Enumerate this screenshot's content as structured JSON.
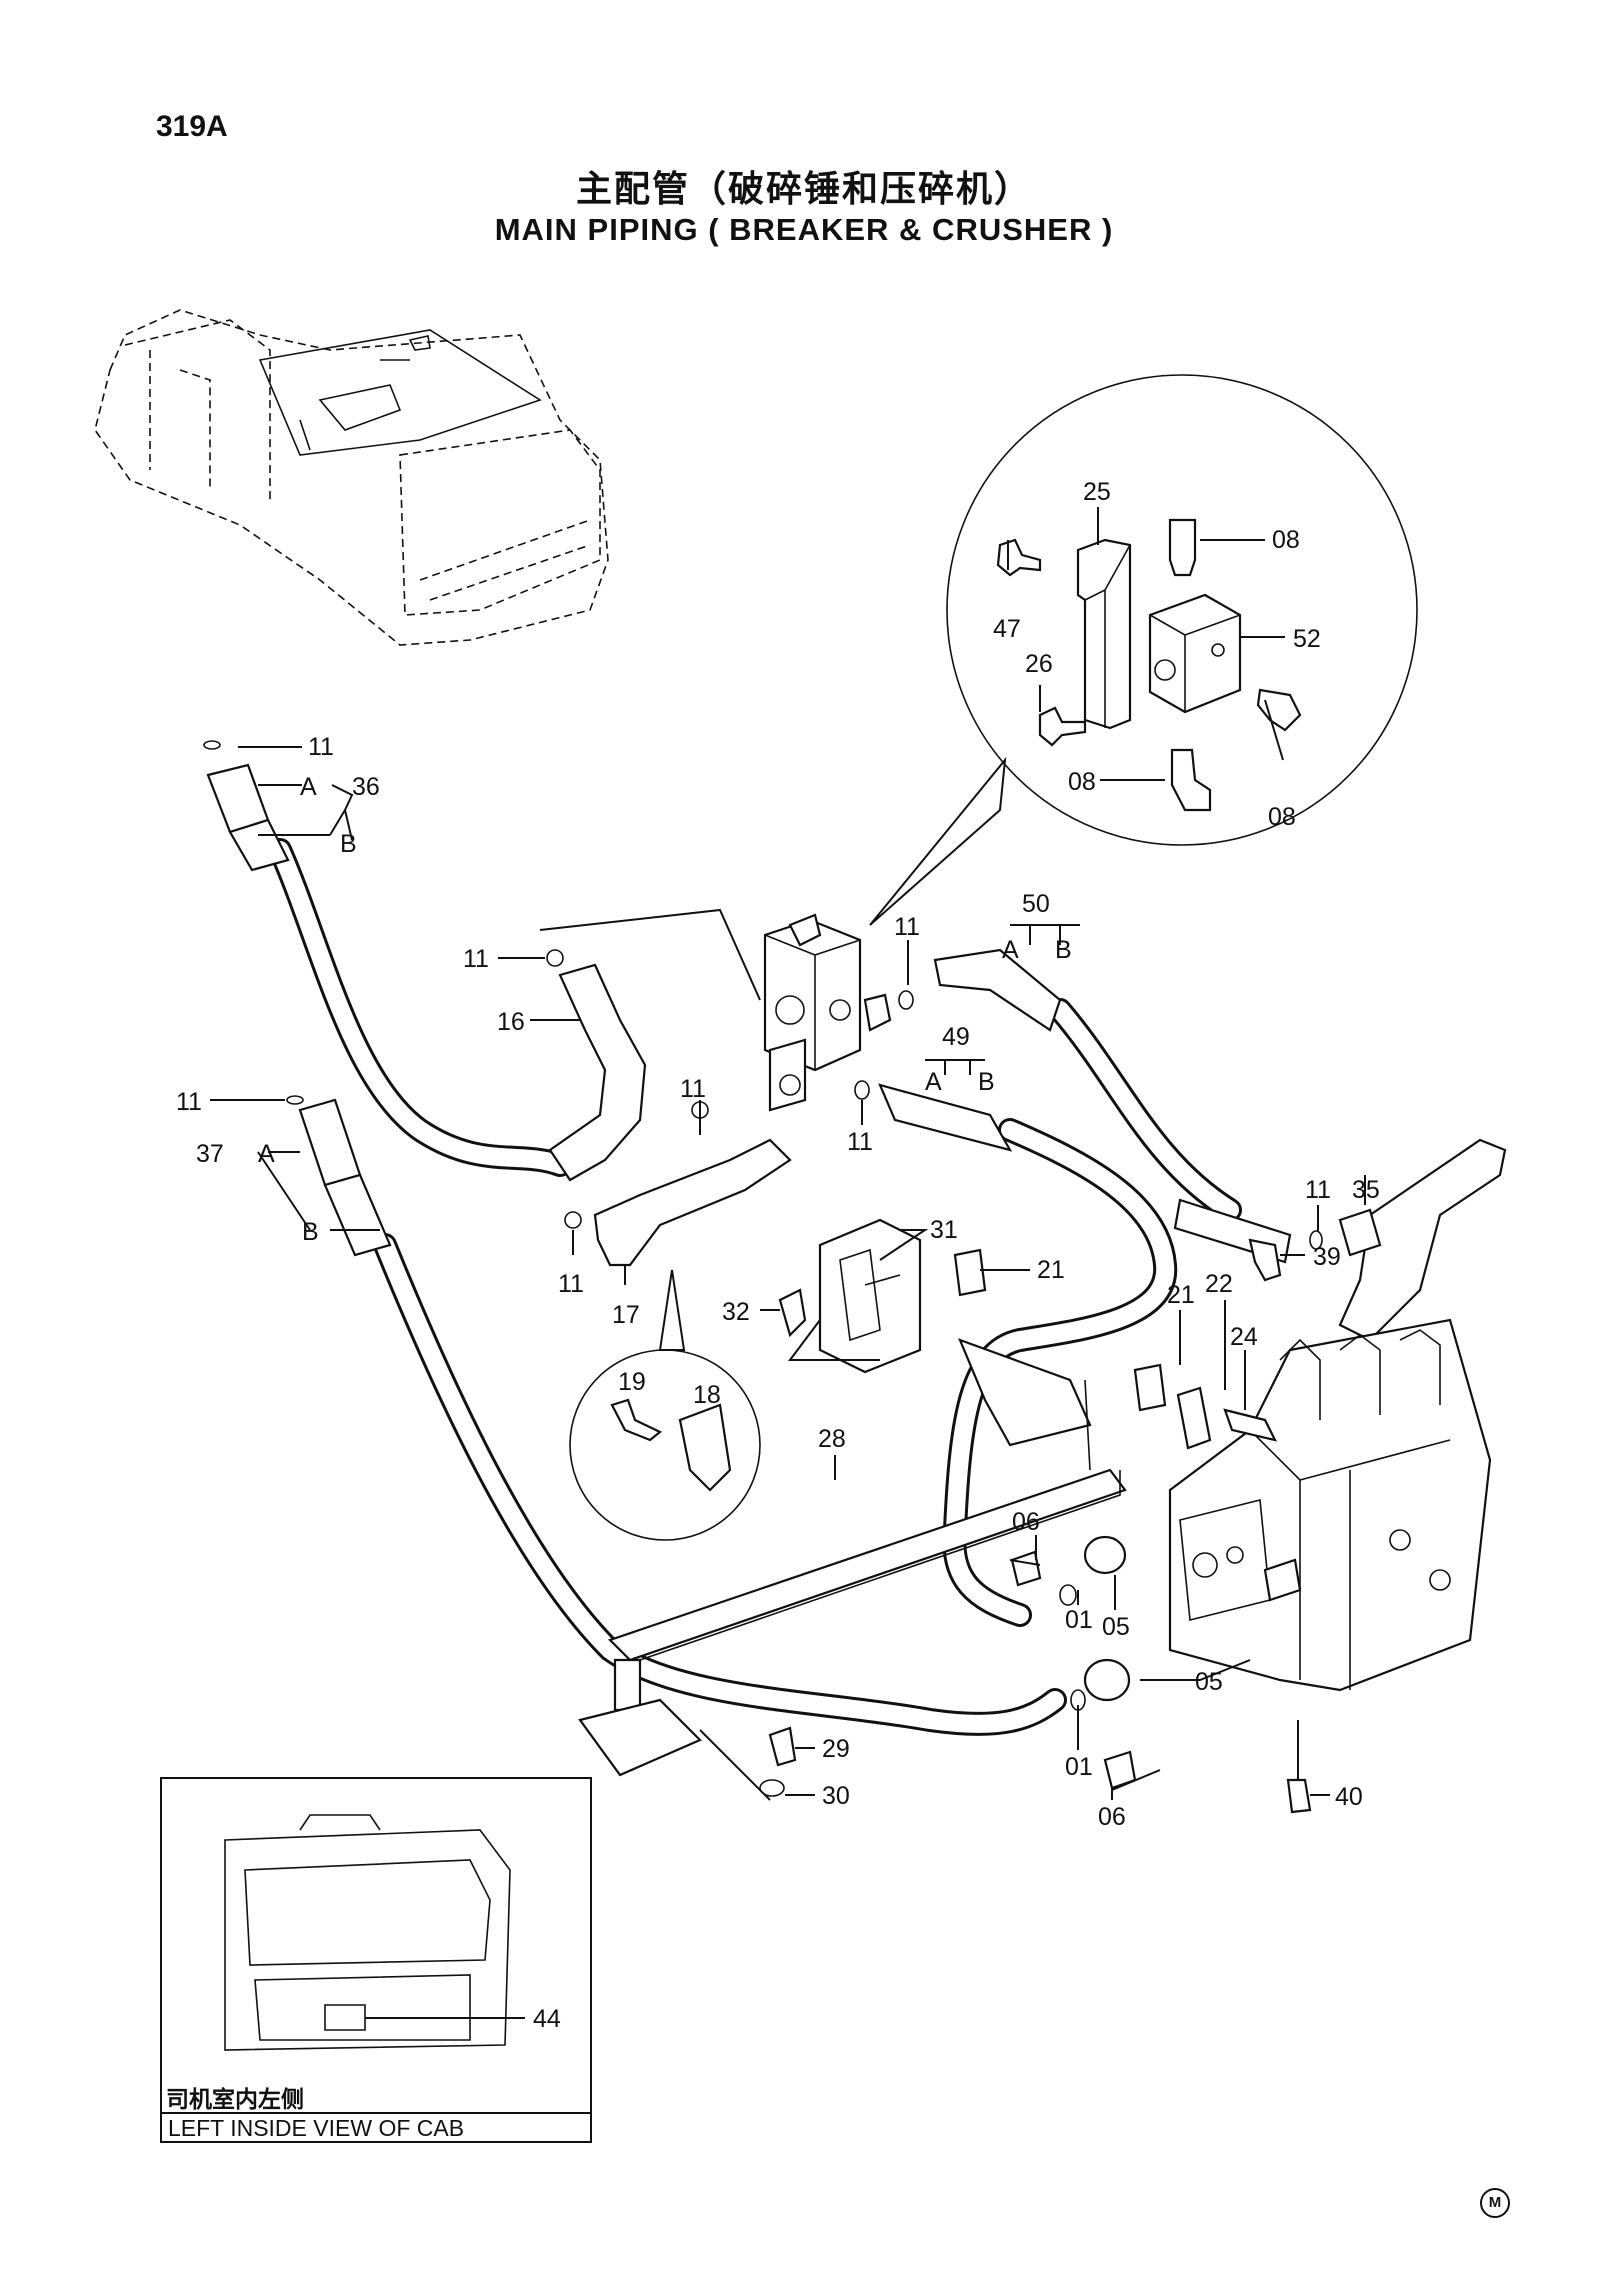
{
  "page": {
    "page_number": "319A",
    "title_zh": "主配管（破碎锤和压碎机）",
    "title_en": "MAIN PIPING ( BREAKER & CRUSHER )",
    "footer_mark": "M"
  },
  "callouts": {
    "c01a": "01",
    "c01b": "01",
    "c05a": "05",
    "c05b": "05",
    "c06a": "06",
    "c06b": "06",
    "c08a": "08",
    "c08b": "08",
    "c08c": "08",
    "c11a": "11",
    "c11b": "11",
    "c11c": "11",
    "c11d": "11",
    "c11e": "11",
    "c11f": "11",
    "c11g": "11",
    "c11h": "11",
    "c16": "16",
    "c17": "17",
    "c18": "18",
    "c19": "19",
    "c21a": "21",
    "c21b": "21",
    "c22": "22",
    "c24": "24",
    "c25": "25",
    "c26": "26",
    "c28": "28",
    "c29": "29",
    "c30": "30",
    "c31": "31",
    "c32": "32",
    "c35": "35",
    "c36": "36",
    "c36A": "A",
    "c36B": "B",
    "c37": "37",
    "c37A": "A",
    "c37B": "B",
    "c39": "39",
    "c40": "40",
    "c44": "44",
    "c47": "47",
    "c49": "49",
    "c49A": "A",
    "c49B": "B",
    "c50": "50",
    "c50A": "A",
    "c50B": "B",
    "c52": "52"
  },
  "cab_inset": {
    "caption_zh": "司机室内左侧",
    "caption_en": "LEFT INSIDE VIEW OF CAB"
  }
}
